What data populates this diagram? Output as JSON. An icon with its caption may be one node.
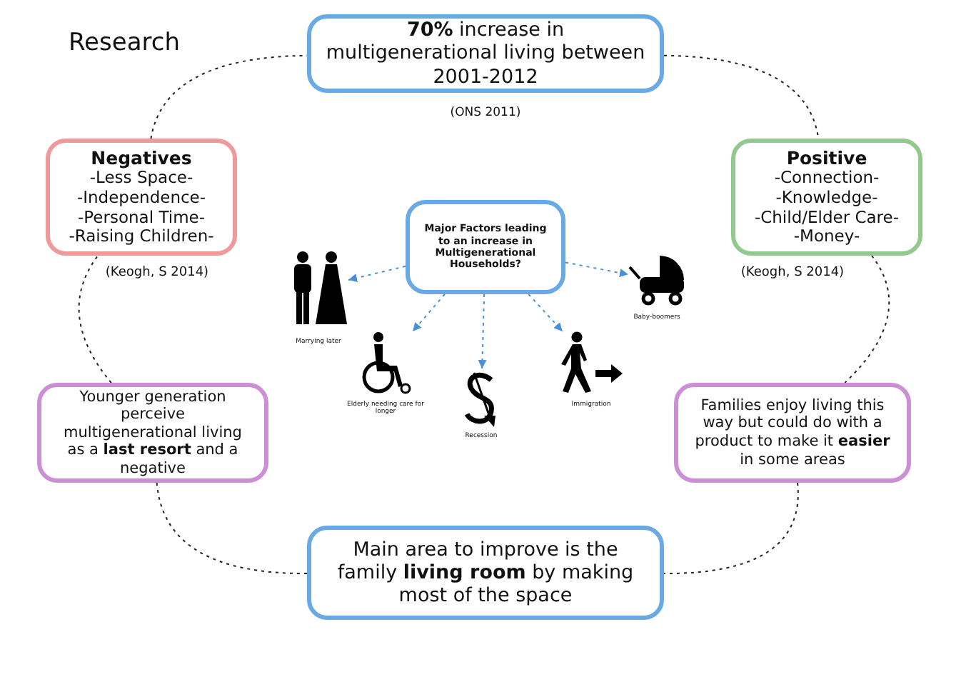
{
  "diagram": {
    "title": "Research",
    "nodes": [
      {
        "text": [
          "**70%** increase in multigenerational living between 2001-2012"
        ],
        "beside": [
          "(ONS 2011)"
        ]
      },
      {
        "text": [
          "Negatives",
          "-Less Space- -Independence- -Personal Time- -Raising Children-"
        ],
        "beside": [
          "(Keogh, S 2014)"
        ]
      },
      {
        "text": [
          "Positive",
          "-Connection- -Knowledge- -Child/Elder Care- -Money-"
        ],
        "beside": [
          "(Keogh, S 2014)"
        ]
      },
      {
        "text": [
          "Major Factors leading to an increase in Multigenerational Households?"
        ]
      },
      {
        "text": [],
        "shape": "picture",
        "beside": [
          "Marrying later"
        ]
      },
      {
        "text": [],
        "shape": "picture",
        "beside": [
          "Elderly needing care for longer"
        ]
      },
      {
        "text": [],
        "shape": "picture",
        "beside": [
          "Recession"
        ]
      },
      {
        "text": [],
        "shape": "picture",
        "beside": [
          "Immigration"
        ]
      },
      {
        "text": [],
        "shape": "picture",
        "beside": [
          "Baby-boomers"
        ]
      },
      {
        "text": [
          "Younger generation perceive multigenerational living as a **last resort** and a negative"
        ]
      },
      {
        "text": [
          "Families enjoy living this way but could do with a product to make it **easier** in some areas"
        ]
      },
      {
        "text": [
          "Main area to improve is the family **living room** by making most of the space"
        ]
      }
    ],
    "edges": [
      {
        "from": 0,
        "to": 2,
        "arrow": "none",
        "style": "dashed"
      },
      {
        "from": 2,
        "to": 10,
        "arrow": "none",
        "style": "dashed"
      },
      {
        "from": 10,
        "to": 11,
        "arrow": "none",
        "style": "dashed"
      },
      {
        "from": 11,
        "to": 9,
        "arrow": "none",
        "style": "dashed"
      },
      {
        "from": 9,
        "to": 1,
        "arrow": "none",
        "style": "dashed"
      },
      {
        "from": 1,
        "to": 0,
        "arrow": "none",
        "style": "dashed"
      },
      {
        "from": 3,
        "to": 4,
        "arrow": "to",
        "style": "dashed",
        "color": "#4a90d9"
      },
      {
        "from": 3,
        "to": 5,
        "arrow": "to",
        "style": "dashed",
        "color": "#4a90d9"
      },
      {
        "from": 3,
        "to": 6,
        "arrow": "to",
        "style": "dashed",
        "color": "#4a90d9"
      },
      {
        "from": 3,
        "to": 7,
        "arrow": "to",
        "style": "dashed",
        "color": "#4a90d9"
      },
      {
        "from": 3,
        "to": 8,
        "arrow": "to",
        "style": "dashed",
        "color": "#4a90d9"
      }
    ]
  }
}
